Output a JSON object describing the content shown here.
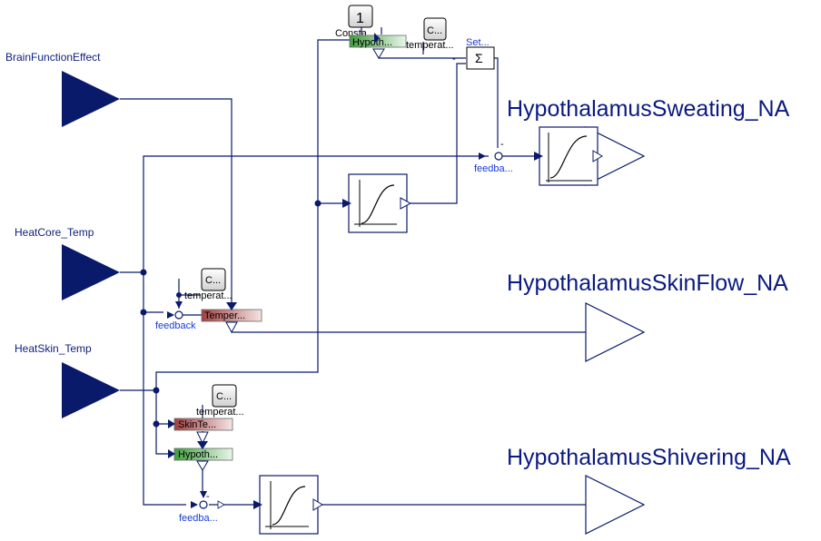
{
  "inputs": {
    "brain": "BrainFunctionEffect",
    "heat_core": "HeatCore_Temp",
    "heat_skin": "HeatSkin_Temp"
  },
  "outputs": {
    "sweating": "HypothalamusSweating_NA",
    "skin_flow": "HypothalamusSkinFlow_NA",
    "shivering": "HypothalamusShivering_NA"
  },
  "blocks": {
    "constant_value": "1",
    "constant_label": "Consta...",
    "hypoth_top": "Hypoth...",
    "c_top": "C...",
    "temperat_top": "temperat...",
    "set_label": "Set...",
    "sum_symbol": "Σ",
    "feedback_top": "feedba...",
    "c_mid": "C...",
    "temperat_mid": "temperat...",
    "temper_mid": "Temper...",
    "feedback_mid": "feedback",
    "c_low": "C...",
    "temperat_low": "temperat...",
    "skinte_low": "SkinTe...",
    "hypoth_low": "Hypoth...",
    "feedback_low": "feedba...",
    "minus": "-"
  },
  "colors": {
    "navy": "#0a1a6b",
    "label_blue": "#1a3bd6",
    "green_bar": "#4caf50",
    "red_bar": "#b05050"
  }
}
